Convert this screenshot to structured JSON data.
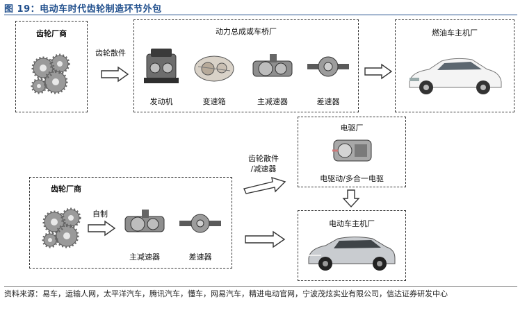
{
  "title": "图 19：电动车时代齿轮制造环节外包",
  "fuel": {
    "supplier_title": "齿轮厂商",
    "arrow1_label": "齿轮散件",
    "assembly_title": "动力总成或车桥厂",
    "parts": [
      "发动机",
      "变速箱",
      "主减速器",
      "差速器"
    ],
    "oem_title": "燃油车主机厂"
  },
  "ev": {
    "edrive_title": "电驱厂",
    "edrive_caption": "电驱动/多合一电驱",
    "arrow_label_line1": "齿轮散件",
    "arrow_label_line2": "/减速器",
    "supplier_title": "齿轮厂商",
    "self_label": "自制",
    "parts": [
      "主减速器",
      "差速器"
    ],
    "oem_title": "电动车主机厂"
  },
  "source_note": "资料来源：易车，运输人网，太平洋汽车，腾讯汽车，懂车，网易汽车，精进电动官网，宁波茂炫实业有限公司，信达证券研发中心",
  "colors": {
    "title": "#1f4e8c",
    "car_white": "#f4f4f4",
    "car_ev": "#c9ccd0"
  }
}
